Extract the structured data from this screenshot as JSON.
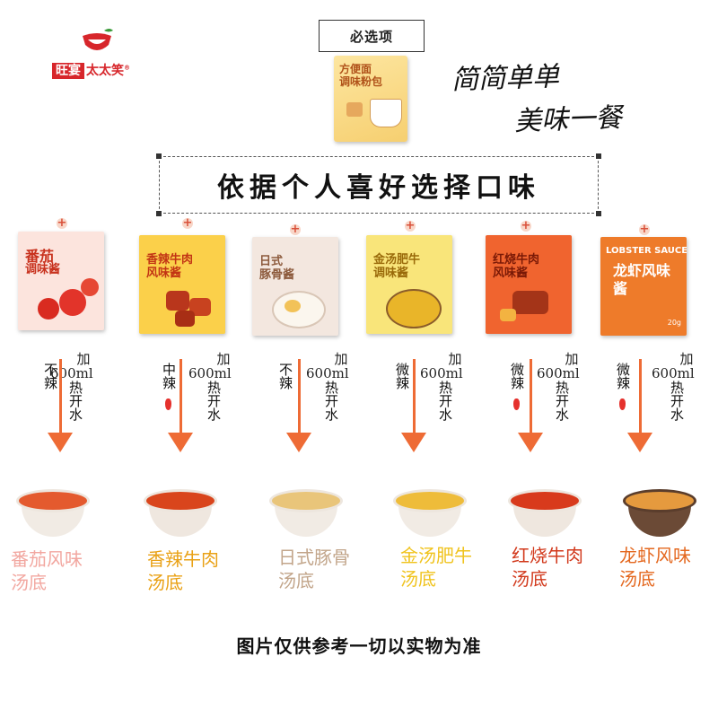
{
  "brand": {
    "logo_box_text": "旺宴",
    "logo_text": "太太笑",
    "registered_mark": "®"
  },
  "required": {
    "label": "必选项",
    "packet_title_line1": "方便面",
    "packet_title_line2": "调味粉包"
  },
  "slogan": {
    "line1": "简简单单",
    "line2": "美味一餐"
  },
  "title": "依据个人喜好选择口味",
  "plus_mark": "+",
  "flavors": [
    {
      "packet_line1": "番茄",
      "packet_line2": "调味酱",
      "spice": "不辣",
      "water": "加600ml热开水",
      "water_amount": "600ml",
      "water_prefix": "加",
      "water_suffix": "热开水",
      "broth_line1": "番茄风味",
      "broth_line2": "汤底",
      "color": "#f2a7a0",
      "packet_bg": "#fce4dd",
      "chili": false
    },
    {
      "packet_line1": "香辣牛肉",
      "packet_line2": "风味酱",
      "spice": "中辣",
      "water_amount": "600ml",
      "water_prefix": "加",
      "water_suffix": "热开水",
      "broth_line1": "香辣牛肉",
      "broth_line2": "汤底",
      "color": "#e9a116",
      "packet_bg": "#fbd04a",
      "chili": true
    },
    {
      "packet_line1": "日式",
      "packet_line2": "豚骨酱",
      "spice": "不辣",
      "water_amount": "600ml",
      "water_prefix": "加",
      "water_suffix": "热开水",
      "broth_line1": "日式豚骨",
      "broth_line2": "汤底",
      "color": "#c2a58a",
      "packet_bg": "#f3e7df",
      "chili": false
    },
    {
      "packet_line1": "金汤肥牛",
      "packet_line2": "调味酱",
      "spice": "微辣",
      "water_amount": "600ml",
      "water_prefix": "加",
      "water_suffix": "热开水",
      "broth_line1": "金汤肥牛",
      "broth_line2": "汤底",
      "color": "#f0c31d",
      "packet_bg": "#f9e57a",
      "chili": false
    },
    {
      "packet_line1": "红烧牛肉",
      "packet_line2": "风味酱",
      "spice": "微辣",
      "water_amount": "600ml",
      "water_prefix": "加",
      "water_suffix": "热开水",
      "broth_line1": "红烧牛肉",
      "broth_line2": "汤底",
      "color": "#d2391c",
      "packet_bg": "#f0642f",
      "chili": true
    },
    {
      "packet_line1": "LOBSTER SAUCE",
      "packet_line2": "龙虾风味酱",
      "packet_net": "20g",
      "spice": "微辣",
      "water_amount": "600ml",
      "water_prefix": "加",
      "water_suffix": "热开水",
      "broth_line1": "龙虾风味",
      "broth_line2": "汤底",
      "color": "#e4681f",
      "packet_bg": "#ee7b2a",
      "chili": true
    }
  ],
  "footer": "图片仅供参考一切以实物为准"
}
